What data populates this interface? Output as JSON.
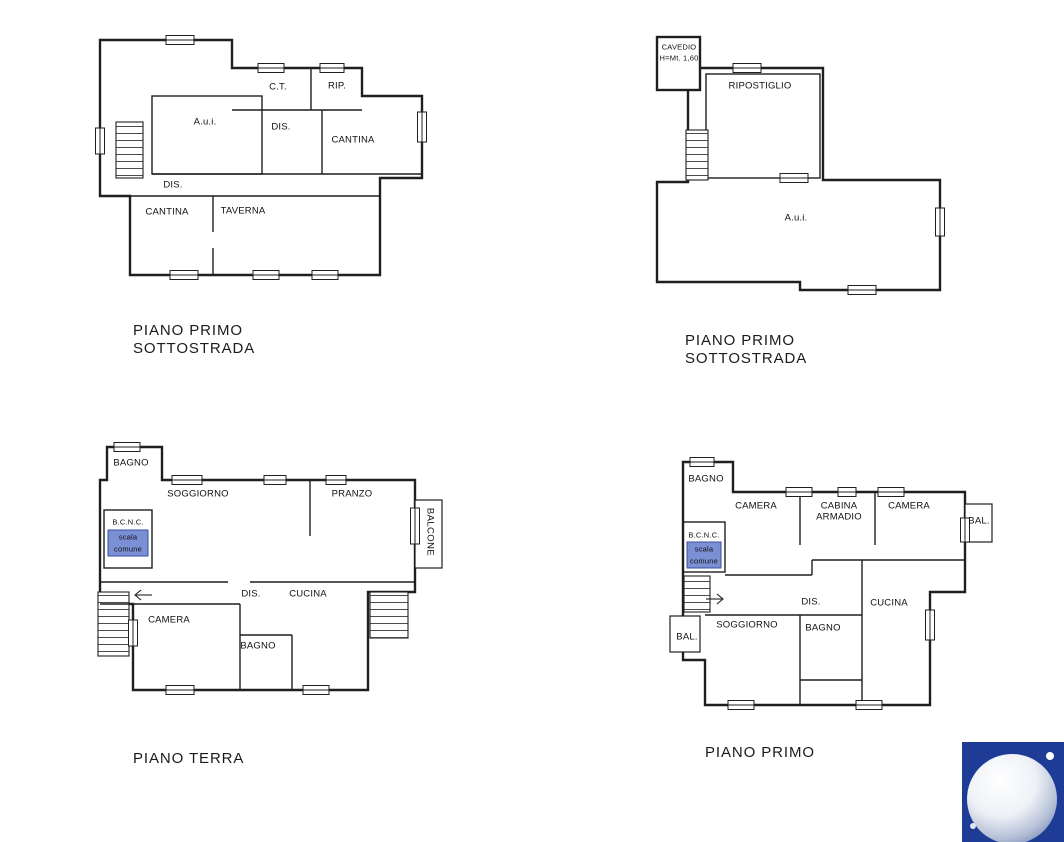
{
  "colors": {
    "wall": "#1f1f1f",
    "stair_blue": "#7b8fd4",
    "logo_blue": "#1e3c96"
  },
  "plan1": {
    "caption_line1": "PIANO PRIMO",
    "caption_line2": "SOTTOSTRADA",
    "rooms": {
      "aui": "A.u.i.",
      "ct": "C.T.",
      "rip": "RIP.",
      "dis_top": "DIS.",
      "cantina_top": "CANTINA",
      "dis_mid": "DIS.",
      "cantina_bottom": "CANTINA",
      "taverna": "TAVERNA"
    }
  },
  "plan2": {
    "caption_line1": "PIANO PRIMO",
    "caption_line2": "SOTTOSTRADA",
    "rooms": {
      "cavedio_line1": "CAVEDIO",
      "cavedio_line2": "H=Mt. 1,60",
      "ripostiglio": "RIPOSTIGLIO",
      "aui": "A.u.i."
    }
  },
  "plan3": {
    "caption_line1": "PIANO TERRA",
    "rooms": {
      "bagno_top": "BAGNO",
      "soggiorno": "SOGGIORNO",
      "pranzo": "PRANZO",
      "bcnc": "B.C.N.C.",
      "bcnc_scala": "scala",
      "bcnc_comune": "comune",
      "balcone": "BALCONE",
      "dis": "DIS.",
      "cucina": "CUCINA",
      "camera": "CAMERA",
      "bagno_bottom": "BAGNO"
    }
  },
  "plan4": {
    "caption_line1": "PIANO PRIMO",
    "rooms": {
      "bagno_top": "BAGNO",
      "camera_left": "CAMERA",
      "cabina_line1": "CABINA",
      "cabina_line2": "ARMADIO",
      "camera_right": "CAMERA",
      "bal_right": "BAL.",
      "bcnc": "B.C.N.C.",
      "bcnc_scala": "scala",
      "bcnc_comune": "comune",
      "dis": "DIS.",
      "cucina": "CUCINA",
      "soggiorno": "SOGGIORNO",
      "bagno_bottom": "BAGNO",
      "bal_left": "BAL."
    }
  }
}
